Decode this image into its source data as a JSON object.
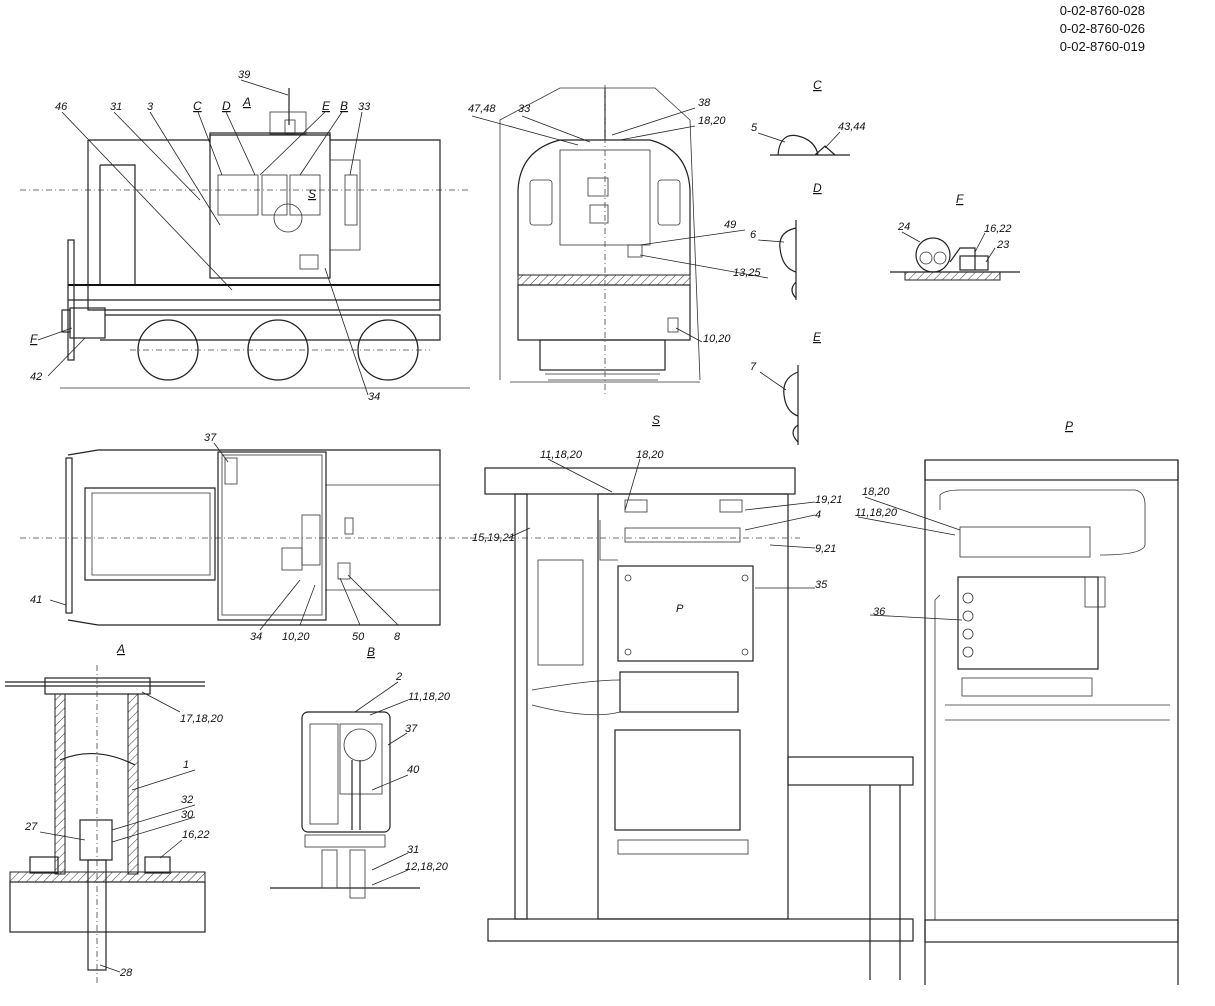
{
  "document_numbers": [
    "0-02-8760-028",
    "0-02-8760-026",
    "0-02-8760-019"
  ],
  "section_labels": {
    "C": "C",
    "D": "D",
    "E": "E",
    "F": "F",
    "A": "A",
    "B": "B",
    "S": "S",
    "P": "P"
  },
  "callouts": {
    "side_view": [
      "39",
      "46",
      "31",
      "3",
      "C",
      "D",
      "A",
      "E",
      "B",
      "33",
      "S",
      "F",
      "42",
      "34"
    ],
    "front_view": [
      "47,48",
      "33",
      "38",
      "18,20",
      "49",
      "13,25",
      "10,20"
    ],
    "detail_C": [
      "5",
      "43,44"
    ],
    "detail_D": [
      "6"
    ],
    "detail_E": [
      "7"
    ],
    "detail_F": [
      "24",
      "16,22",
      "23"
    ],
    "plan_view": [
      "37",
      "41",
      "34",
      "10,20",
      "50",
      "8",
      "B"
    ],
    "section_A": [
      "17,18,20",
      "1",
      "32",
      "30",
      "27",
      "16,22",
      "28"
    ],
    "section_B": [
      "2",
      "11,18,20",
      "37",
      "40",
      "31",
      "12,18,20"
    ],
    "view_S": [
      "11,18,20",
      "18,20",
      "19,21",
      "4",
      "15,19,21",
      "9,21",
      "35",
      "P"
    ],
    "view_P": [
      "18,20",
      "11,18,20",
      "36"
    ]
  }
}
